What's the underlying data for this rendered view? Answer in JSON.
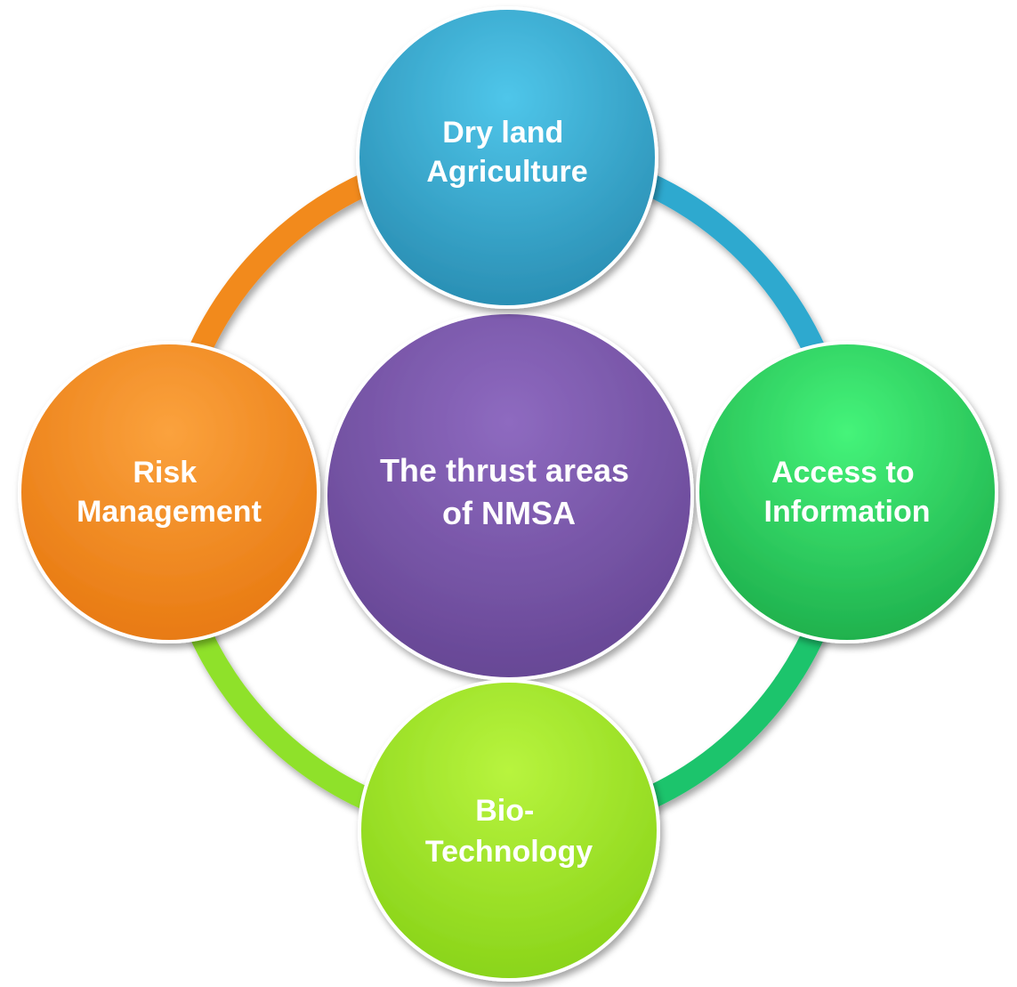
{
  "center": {
    "lines": [
      "The thrust areas",
      "of NMSA"
    ],
    "color": "#7D5AAE"
  },
  "nodes": [
    {
      "id": "dry-land-agriculture",
      "lines": [
        "Dry land",
        "Agriculture"
      ],
      "color": "#2EA9CF"
    },
    {
      "id": "access-to-information",
      "lines": [
        "Access to",
        "Information"
      ],
      "color": "#29D860"
    },
    {
      "id": "bio-technology",
      "lines": [
        "Bio-",
        "Technology"
      ],
      "color": "#9EE824"
    },
    {
      "id": "risk-management",
      "lines": [
        "Risk",
        "Management"
      ],
      "color": "#F28A1E"
    }
  ],
  "arcs": [
    {
      "from": "dry-land-agriculture",
      "to": "access-to-information",
      "color": "#2EA9CF"
    },
    {
      "from": "access-to-information",
      "to": "bio-technology",
      "color": "#20C070"
    },
    {
      "from": "bio-technology",
      "to": "risk-management",
      "color": "#8EE02A"
    },
    {
      "from": "risk-management",
      "to": "dry-land-agriculture",
      "color": "#F28A1E"
    }
  ]
}
